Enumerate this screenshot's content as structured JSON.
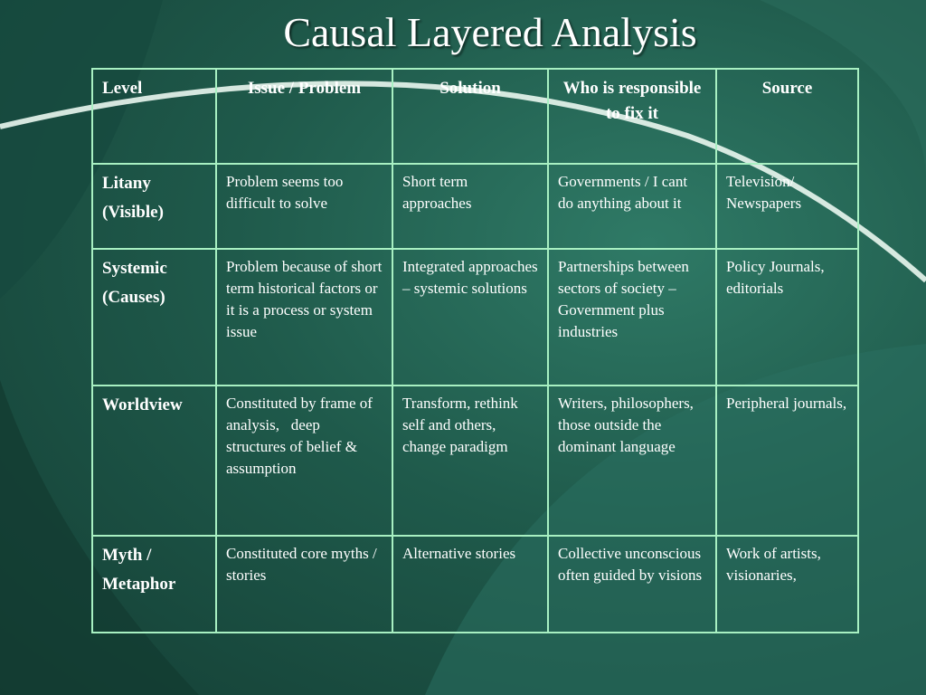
{
  "slide": {
    "title": "Causal Layered Analysis"
  },
  "colors": {
    "background": "#1f5a4b",
    "table_border": "#a8f0c2",
    "text": "#ffffff"
  },
  "table": {
    "headers": [
      "Level",
      "Issue / Problem",
      "Solution",
      "Who is responsible to fix it",
      "Source"
    ],
    "rows": [
      {
        "level_lines": [
          "Litany",
          "(Visible)"
        ],
        "issue": "Problem seems too difficult to solve",
        "solution": "Short term approaches",
        "responsible": "Governments / I cant do anything about it",
        "source": "Television/ Newspapers"
      },
      {
        "level_lines": [
          "Systemic",
          "(Causes)"
        ],
        "issue": "Problem because of short term historical factors or it is a process or system issue",
        "solution": "Integrated approaches – systemic solutions",
        "responsible": "Partnerships between sectors of society – Government plus industries",
        "source": "Policy Journals, editorials"
      },
      {
        "level_lines": [
          "Worldview"
        ],
        "issue": "Constituted by frame of analysis,   deep structures of belief & assumption",
        "solution": "Transform, rethink self and others, change paradigm",
        "responsible": "Writers, philosophers, those outside the dominant language",
        "source": "Peripheral journals,"
      },
      {
        "level_lines": [
          "Myth /",
          "Metaphor"
        ],
        "issue": "Constituted core myths / stories",
        "solution": "Alternative stories",
        "responsible": "Collective unconscious often guided by visions",
        "source": "Work of artists, visionaries,"
      }
    ]
  }
}
